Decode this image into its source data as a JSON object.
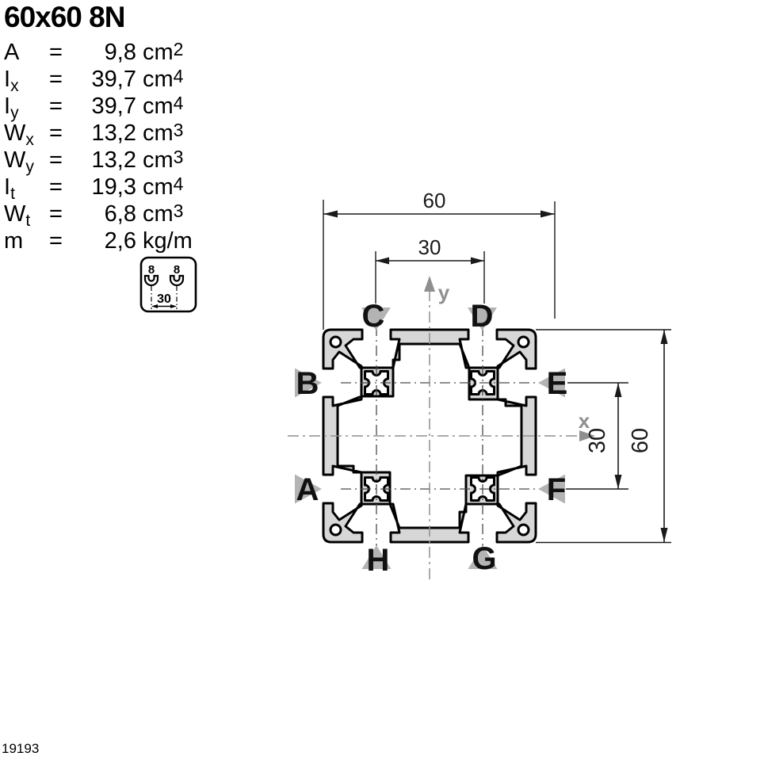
{
  "title": "60x60 8N",
  "specs": {
    "rows": [
      {
        "sym": "A",
        "sub": "",
        "eq": "=",
        "val": "9,8",
        "unit": "cm",
        "exp": "2"
      },
      {
        "sym": "I",
        "sub": "x",
        "eq": "=",
        "val": "39,7",
        "unit": "cm",
        "exp": "4"
      },
      {
        "sym": "I",
        "sub": "y",
        "eq": "=",
        "val": "39,7",
        "unit": "cm",
        "exp": "4"
      },
      {
        "sym": "W",
        "sub": "x",
        "eq": "=",
        "val": "13,2",
        "unit": "cm",
        "exp": "3"
      },
      {
        "sym": "W",
        "sub": "y",
        "eq": "=",
        "val": "13,2",
        "unit": "cm",
        "exp": "3"
      },
      {
        "sym": "I",
        "sub": "t",
        "eq": "=",
        "val": "19,3",
        "unit": "cm",
        "exp": "4"
      },
      {
        "sym": "W",
        "sub": "t",
        "eq": "=",
        "val": "6,8",
        "unit": "cm",
        "exp": "3"
      },
      {
        "sym": "m",
        "sub": "",
        "eq": "=",
        "val": "2,6",
        "unit": "kg/m",
        "exp": ""
      }
    ]
  },
  "icon": {
    "slot_left": "8",
    "slot_right": "8",
    "pitch": "30"
  },
  "drawing": {
    "dims": {
      "top_width": "60",
      "top_pitch": "30",
      "right_pitch": "30",
      "right_height": "60"
    },
    "labels": {
      "a": "A",
      "b": "B",
      "c": "C",
      "d": "D",
      "e": "E",
      "f": "F",
      "g": "G",
      "h": "H"
    },
    "axes": {
      "x": "x",
      "y": "y"
    }
  },
  "doc_number": "19193",
  "colors": {
    "profile_fill": "#d7d7d7",
    "accent_gray": "#b3b3b3",
    "axis_gray": "#8f8f8f"
  }
}
